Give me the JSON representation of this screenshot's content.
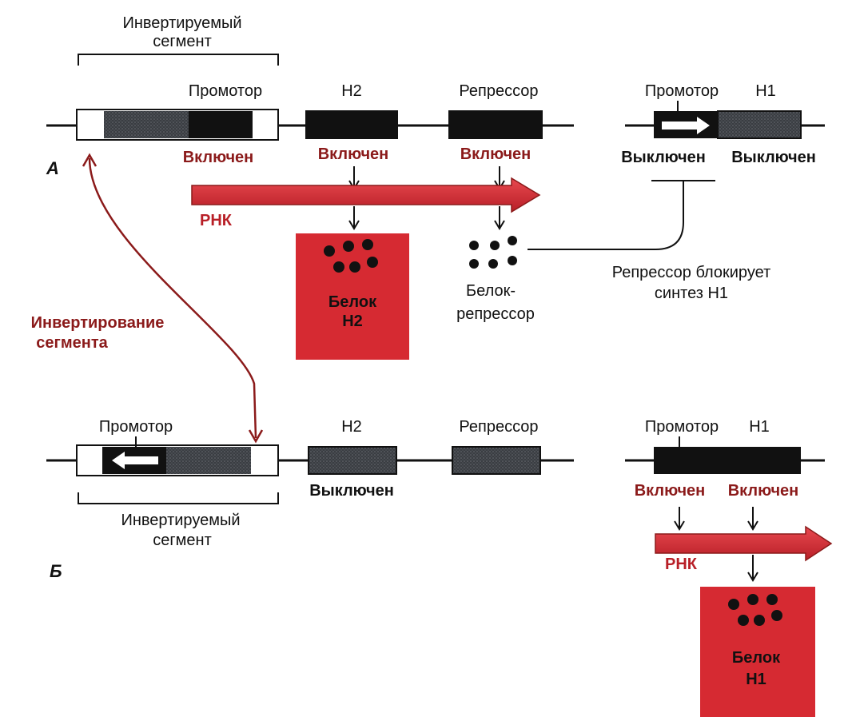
{
  "colors": {
    "red": "#d62a32",
    "dark_red": "#8b1a1a",
    "black": "#111111",
    "gene_hatch": "#3a3d42",
    "white": "#ffffff"
  },
  "panel_a": {
    "letter": "А",
    "segment_title_line1": "Инвертируемый",
    "segment_title_line2": "сегмент",
    "promoter_label": "Промотор",
    "promoter_state": "Включен",
    "h2_label": "Н2",
    "h2_state": "Включен",
    "repressor_label": "Репрессор",
    "repressor_state": "Включен",
    "rna_label": "РНК",
    "protein_h2_line1": "Белок",
    "protein_h2_line2": "Н2",
    "repressor_protein_line1": "Белок-",
    "repressor_protein_line2": "репрессор",
    "h1_promoter_label": "Промотор",
    "h1_label": "Н1",
    "h1_promoter_state": "Выключен",
    "h1_state": "Выключен",
    "block_note_line1": "Репрессор блокирует",
    "block_note_line2": "синтез Н1"
  },
  "inversion": {
    "line1": "Инвертирование",
    "line2": "сегмента"
  },
  "panel_b": {
    "letter": "Б",
    "promoter_label": "Промотор",
    "h2_label": "Н2",
    "h2_state": "Выключен",
    "repressor_label": "Репрессор",
    "segment_title_line1": "Инвертируемый",
    "segment_title_line2": "сегмент",
    "h1_promoter_label": "Промотор",
    "h1_label": "Н1",
    "h1_promoter_state": "Включен",
    "h1_state": "Включен",
    "rna_label": "РНК",
    "protein_h1_line1": "Белок",
    "protein_h1_line2": "Н1"
  }
}
